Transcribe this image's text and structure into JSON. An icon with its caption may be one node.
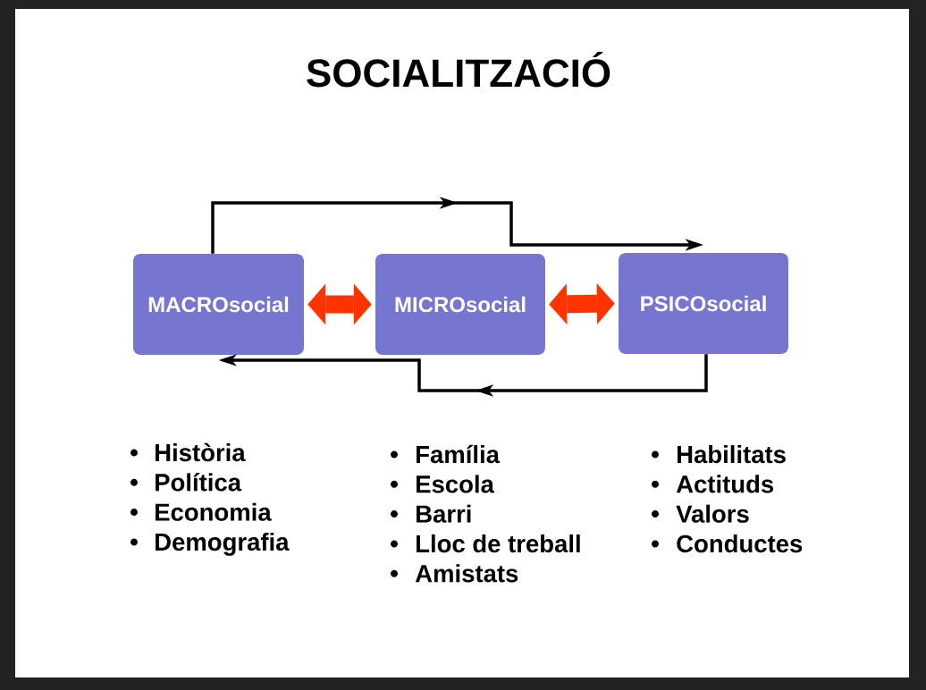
{
  "diagram": {
    "title": "SOCIALITZACIÓ",
    "nodes": [
      {
        "text": [
          "MACROsocial"
        ],
        "beside": [
          "Història",
          "Política",
          "Economia",
          "Demografia"
        ]
      },
      {
        "text": [
          "MICROsocial"
        ],
        "beside": [
          "Família",
          "Escola",
          "Barri",
          "Lloc de treball",
          "Amistats"
        ]
      },
      {
        "text": [
          "PSICOsocial"
        ],
        "beside": [
          "Habilitats",
          "Actituds",
          "Valors",
          "Conductes"
        ]
      }
    ],
    "edges": [
      {
        "from": 0,
        "to": 2,
        "arrow": "to"
      },
      {
        "from": 2,
        "to": 0,
        "arrow": "to"
      },
      {
        "from": 0,
        "to": 1,
        "arrow": "both",
        "style": "thick",
        "color": "#ff3300"
      },
      {
        "from": 1,
        "to": 2,
        "arrow": "both",
        "style": "thick",
        "color": "#ff3300"
      }
    ]
  }
}
